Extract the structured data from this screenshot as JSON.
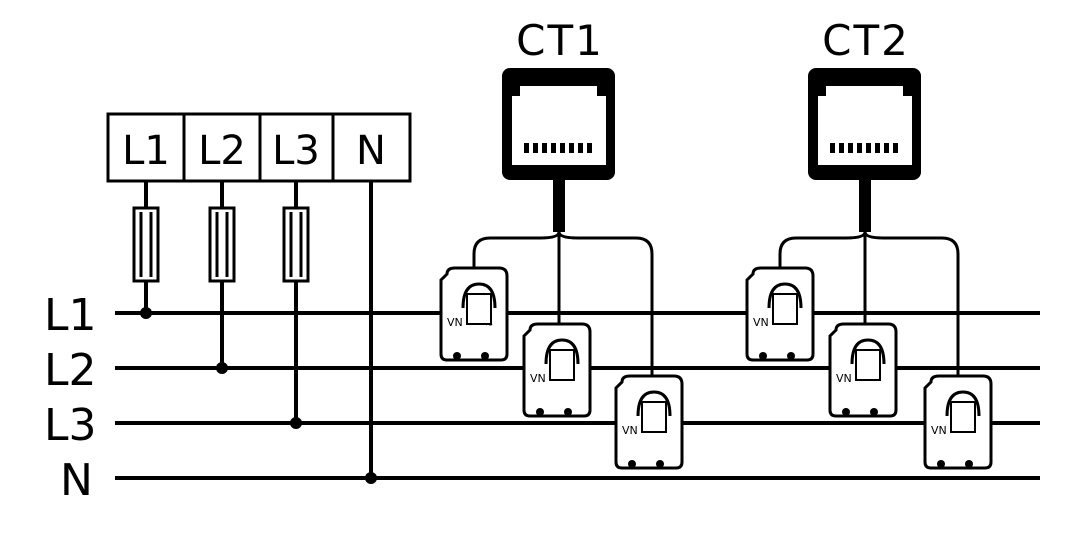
{
  "terminal_block": {
    "labels": [
      "L1",
      "L2",
      "L3",
      "N"
    ]
  },
  "bus_labels": [
    "L1",
    "L2",
    "L3",
    "N"
  ],
  "ct_ports": [
    {
      "title": "CT1"
    },
    {
      "title": "CT2"
    }
  ]
}
